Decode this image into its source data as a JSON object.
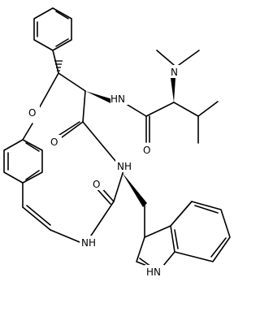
{
  "molecule": {
    "atom_labels": {
      "n_dimethyl": "N",
      "n_amide_top": "H​N",
      "n_amide_mid": "N",
      "n_amide_low": "N",
      "o_ether": "O",
      "o_carbonyl_right": "O",
      "o_carbonyl_mid": "O",
      "o_carbonyl_low": "O",
      "nh_indole": "HN",
      "h_amide_mid": "H",
      "h_amide_low": "H"
    }
  },
  "colors": {
    "bond": "#000000",
    "background": "#ffffff"
  }
}
